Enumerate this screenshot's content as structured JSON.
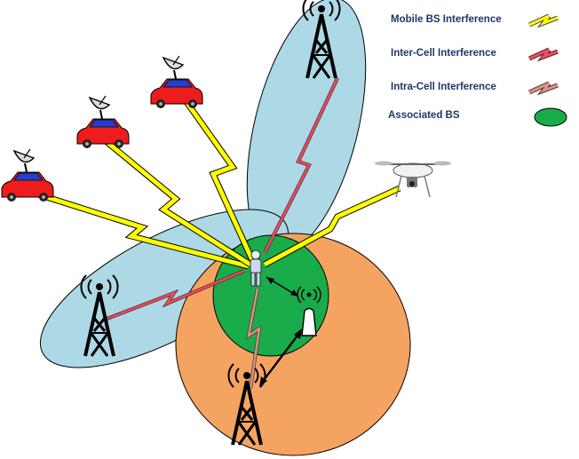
{
  "legend": {
    "mobile_bs_interference": "Mobile BS Interference",
    "inter_cell_interference": "Inter-Cell Interference",
    "intra_cell_interference": "Intra-Cell Interference",
    "associated_bs": "Associated BS"
  },
  "colors": {
    "mobile_interference": "#ffff00",
    "inter_cell_interference": "#e8505b",
    "intra_cell_interference": "#d49586",
    "associated_cell": "#1aab4a",
    "serving_cell": "#f4a460",
    "interfering_lobe": "#add8e6",
    "car_body": "#ee1c1c",
    "car_roof": "#2040d0"
  },
  "icons": [
    "tower-icon",
    "car-with-dish-icon",
    "drone-icon",
    "user-icon",
    "small-cell-icon"
  ]
}
